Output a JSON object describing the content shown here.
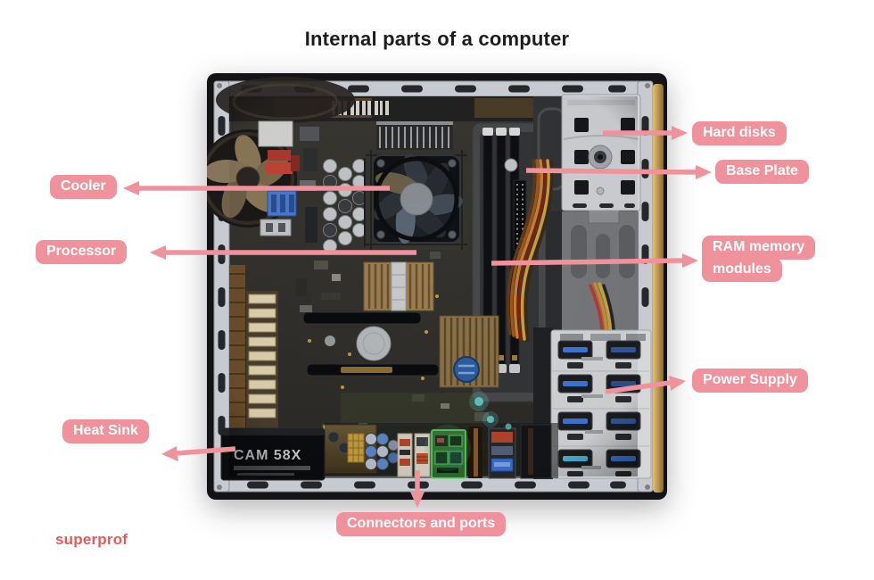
{
  "title": "Internal parts of a computer",
  "brand": {
    "name": "superprof",
    "color": "#e85a5a"
  },
  "colors": {
    "background": "#ffffff",
    "label_bg": "#f0929b",
    "label_text": "#ffffff",
    "arrow": "#f0929b",
    "title_text": "#1c1c1e"
  },
  "labels": {
    "cooler": "Cooler",
    "processor": "Processor",
    "heat_sink": "Heat Sink",
    "hard_disks": "Hard disks",
    "base_plate": "Base Plate",
    "ram_line1": "RAM memory",
    "ram_line2": "modules",
    "power_supply": "Power Supply",
    "connectors_and_ports": "Connectors and ports"
  },
  "photo": {
    "cam_box_text": "CAM 58X"
  }
}
